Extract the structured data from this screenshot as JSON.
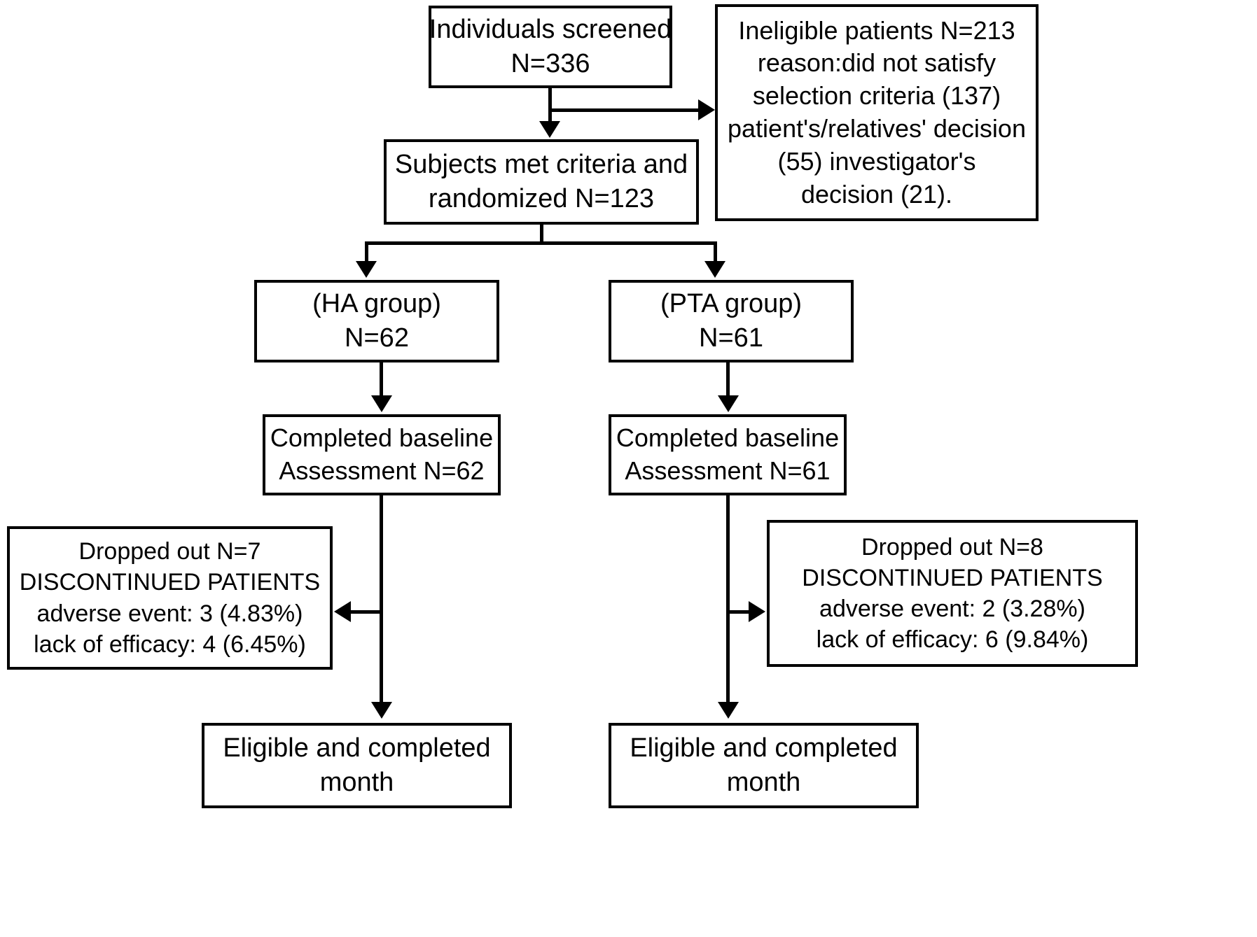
{
  "diagram": {
    "title": "CONSORT participant flow diagram",
    "type": "flowchart",
    "stroke_color": "#000000",
    "background_color": "#ffffff"
  },
  "nodes": {
    "screened": {
      "name": "individuals-screened",
      "lines": [
        "Individuals screened",
        "N=336"
      ]
    },
    "ineligible": {
      "name": "ineligible-patients",
      "lines": [
        "Ineligible patients N=213",
        "reason:did not satisfy",
        "selection criteria (137)",
        "patient's/relatives' decision",
        "(55) investigator's",
        "decision (21)."
      ]
    },
    "randomized": {
      "name": "subjects-met-criteria",
      "lines": [
        "Subjects met criteria and",
        "randomized N=123"
      ]
    },
    "ha_group": {
      "name": "ha-group",
      "lines": [
        "(HA group)",
        "N=62"
      ]
    },
    "pta_group": {
      "name": "pta-group",
      "lines": [
        "(PTA group)",
        "N=61"
      ]
    },
    "ha_baseline": {
      "name": "ha-completed-baseline",
      "lines": [
        "Completed baseline",
        "Assessment N=62"
      ]
    },
    "pta_baseline": {
      "name": "pta-completed-baseline",
      "lines": [
        "Completed baseline",
        "Assessment N=61"
      ]
    },
    "ha_dropout": {
      "name": "ha-dropped-out",
      "lines": [
        "Dropped out N=7",
        "DISCONTINUED PATIENTS",
        "adverse event: 3 (4.83%)",
        "lack of efficacy:  4 (6.45%)"
      ]
    },
    "pta_dropout": {
      "name": "pta-dropped-out",
      "lines": [
        "Dropped out N=8",
        "DISCONTINUED PATIENTS",
        "adverse event: 2 (3.28%)",
        "lack of efficacy: 6 (9.84%)"
      ]
    },
    "ha_completed": {
      "name": "ha-eligible-completed",
      "lines": [
        "Eligible and completed",
        "month"
      ]
    },
    "pta_completed": {
      "name": "pta-eligible-completed",
      "lines": [
        "Eligible and completed",
        "month"
      ]
    }
  },
  "chart_data": {
    "type": "diagram",
    "title": "CONSORT participant flow",
    "counts": {
      "screened": 336,
      "ineligible": 213,
      "ineligible_reasons": {
        "did_not_satisfy_selection_criteria": 137,
        "patient_or_relatives_decision": 55,
        "investigators_decision": 21
      },
      "randomized": 123,
      "ha_group": 62,
      "pta_group": 61,
      "ha_baseline_assessment": 62,
      "pta_baseline_assessment": 61,
      "ha_dropped_out": 7,
      "ha_adverse_event": 3,
      "ha_adverse_event_pct": "4.83%",
      "ha_lack_of_efficacy": 4,
      "ha_lack_of_efficacy_pct": "6.45%",
      "pta_dropped_out": 8,
      "pta_adverse_event": 2,
      "pta_adverse_event_pct": "3.28%",
      "pta_lack_of_efficacy": 6,
      "pta_lack_of_efficacy_pct": "9.84%"
    }
  }
}
